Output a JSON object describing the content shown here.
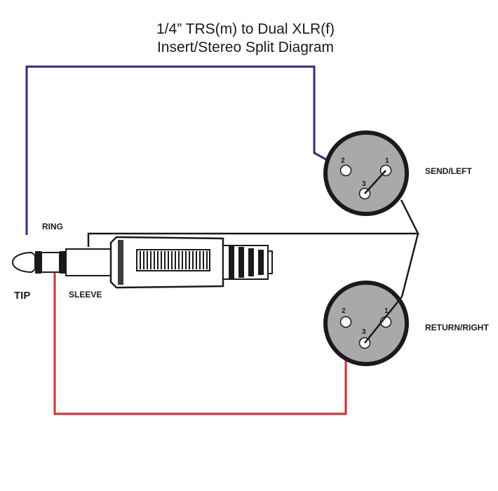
{
  "title": {
    "line1": "1/4” TRS(m) to Dual XLR(f)",
    "line2": "Insert/Stereo Split Diagram"
  },
  "plug_labels": {
    "ring": "RING",
    "tip": "TIP",
    "sleeve": "SLEEVE"
  },
  "connectors": {
    "send": {
      "label": "SEND/LEFT",
      "pins": {
        "p1": "1",
        "p2": "2",
        "p3": "3"
      }
    },
    "return": {
      "label": "RETURN/RIGHT",
      "pins": {
        "p1": "1",
        "p2": "2",
        "p3": "3"
      }
    }
  },
  "colors": {
    "tip_wire": "#2b2e8c",
    "ring_wire": "#e0262b",
    "sleeve_wire": "#1a1a1a",
    "connector_body": "#a9a9a9",
    "outline": "#1a1a1a"
  }
}
